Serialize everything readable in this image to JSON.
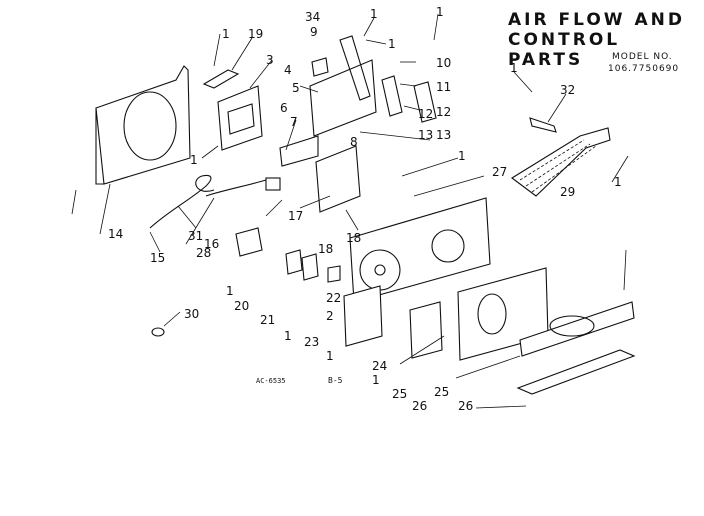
{
  "header": {
    "title_line1": "AIR FLOW AND",
    "title_line2": "CONTROL PARTS",
    "model_label": "MODEL NO.",
    "model_number": "106.7750690"
  },
  "refs": {
    "drawing_code": "AC-6535",
    "section_code": "B-5"
  },
  "part_labels": [
    "34",
    "1",
    "1",
    "9",
    "1",
    "1",
    "10",
    "19",
    "3",
    "4",
    "5",
    "11",
    "12",
    "12",
    "13",
    "13",
    "6",
    "7",
    "8",
    "1",
    "27",
    "1",
    "17",
    "18",
    "18",
    "31",
    "16",
    "15",
    "14",
    "28",
    "1",
    "20",
    "21",
    "22",
    "2",
    "23",
    "1",
    "30",
    "1",
    "24",
    "1",
    "25",
    "26",
    "25",
    "26",
    "1",
    "32",
    "29",
    "1"
  ]
}
